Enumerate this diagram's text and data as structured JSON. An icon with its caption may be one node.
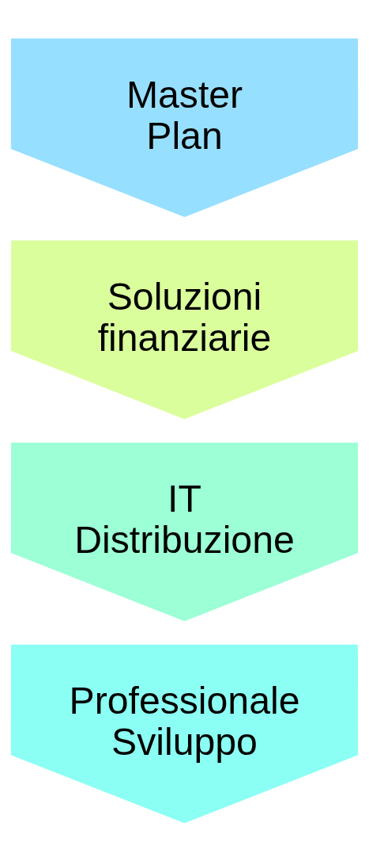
{
  "diagram": {
    "nodes": [
      {
        "text": [
          "Master Plan"
        ]
      },
      {
        "text": [
          "Soluzioni finanziarie"
        ]
      },
      {
        "text": [
          "IT Distribuzione"
        ]
      },
      {
        "text": [
          "Professionale Sviluppo"
        ]
      }
    ]
  }
}
